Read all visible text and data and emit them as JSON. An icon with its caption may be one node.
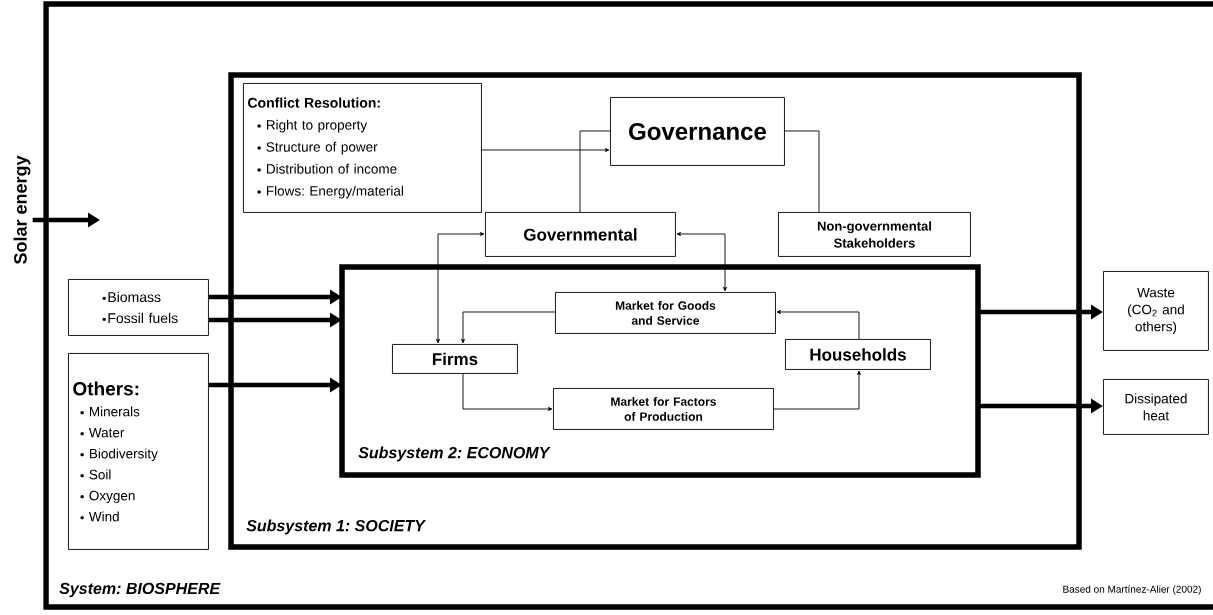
{
  "diagram": {
    "nodes": [
      {
        "text": [
          "Solar energy"
        ]
      },
      {
        "text": [
          "System: BIOSPHERE"
        ]
      },
      {
        "text": [
          "Subsystem 1: SOCIETY"
        ],
        "in": 1
      },
      {
        "text": [
          "Conflict Resolution:",
          "Right to property",
          "Structure of power",
          "Distribution of income",
          "Flows: Energy/material"
        ],
        "in": 2
      },
      {
        "text": [
          "Governance"
        ],
        "in": 2
      },
      {
        "text": [
          "Governmental"
        ],
        "in": 2
      },
      {
        "text": [
          "Non-governmental Stakeholders"
        ],
        "in": 2
      },
      {
        "text": [
          "Subsystem 2: ECONOMY"
        ],
        "in": 2
      },
      {
        "text": [
          "Market for Goods and Service"
        ],
        "in": 7
      },
      {
        "text": [
          "Firms"
        ],
        "in": 7
      },
      {
        "text": [
          "Households"
        ],
        "in": 7
      },
      {
        "text": [
          "Market for Factors of Production"
        ],
        "in": 7
      },
      {
        "text": [
          "Biomass",
          "Fossil fuels"
        ],
        "in": 1
      },
      {
        "text": [
          "**Others**:",
          "Minerals",
          "Water",
          "Biodiversity",
          "Soil",
          "Oxygen",
          "Wind"
        ],
        "in": 1
      },
      {
        "text": [
          "Waste (CO$_{2}$ and others)"
        ],
        "in": 1
      },
      {
        "text": [
          "Dissipated heat"
        ],
        "in": 1
      }
    ],
    "edges": [
      {
        "from": 0,
        "to": null,
        "arrow": "to",
        "style": "thick"
      },
      {
        "from": 3,
        "to": 4,
        "arrow": "to"
      },
      {
        "from": 5,
        "to": 4,
        "arrow": "none"
      },
      {
        "from": 4,
        "to": 6,
        "arrow": "none"
      },
      {
        "from": 5,
        "to": 9,
        "arrow": "both"
      },
      {
        "from": 5,
        "to": 8,
        "arrow": "both"
      },
      {
        "from": 8,
        "to": 9,
        "arrow": "to"
      },
      {
        "from": 10,
        "to": 8,
        "arrow": "to"
      },
      {
        "from": 9,
        "to": 11,
        "arrow": "to"
      },
      {
        "from": 11,
        "to": 10,
        "arrow": "to"
      },
      {
        "from": 12,
        "to": 7,
        "arrow": "to",
        "style": "thick"
      },
      {
        "from": 12,
        "to": 7,
        "arrow": "to",
        "style": "thick"
      },
      {
        "from": 13,
        "to": 7,
        "arrow": "to",
        "style": "thick"
      },
      {
        "from": 7,
        "to": 14,
        "arrow": "to",
        "style": "thick"
      },
      {
        "from": 7,
        "to": 15,
        "arrow": "to",
        "style": "thick"
      }
    ],
    "labels": [
      "Based on Martínez-Alier (2002)"
    ]
  }
}
